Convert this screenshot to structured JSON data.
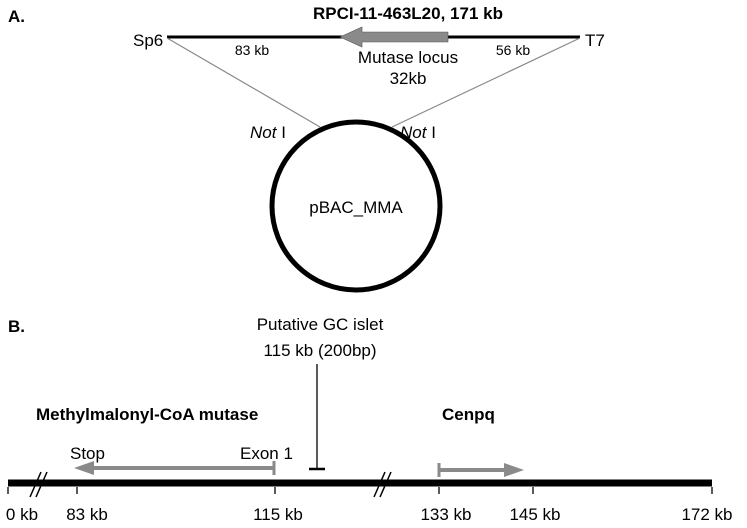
{
  "panel_a": {
    "label": "A.",
    "title": "RPCI-11-463L20, 171 kb",
    "left_end": "Sp6",
    "right_end": "T7",
    "left_segment": "83 kb",
    "right_segment": "56 kb",
    "locus_label_1": "Mutase locus",
    "locus_label_2": "32kb",
    "site_left_italic": "Not",
    "site_left_rest": " I",
    "site_right_italic": "Not",
    "site_right_rest": " I",
    "plasmid": "pBAC_MMA"
  },
  "panel_b": {
    "label": "B.",
    "islet_line1": "Putative GC islet",
    "islet_line2": "115 kb (200bp)",
    "gene1": "Methylmalonyl-CoA mutase",
    "gene2": "Cenpq",
    "stop": "Stop",
    "exon": "Exon 1",
    "ticks": [
      "0 kb",
      "83 kb",
      "115 kb",
      "133 kb",
      "145 kb",
      "172 kb"
    ]
  },
  "colors": {
    "arrow_gray": "#8a8a8a",
    "thin_line": "#888888"
  }
}
